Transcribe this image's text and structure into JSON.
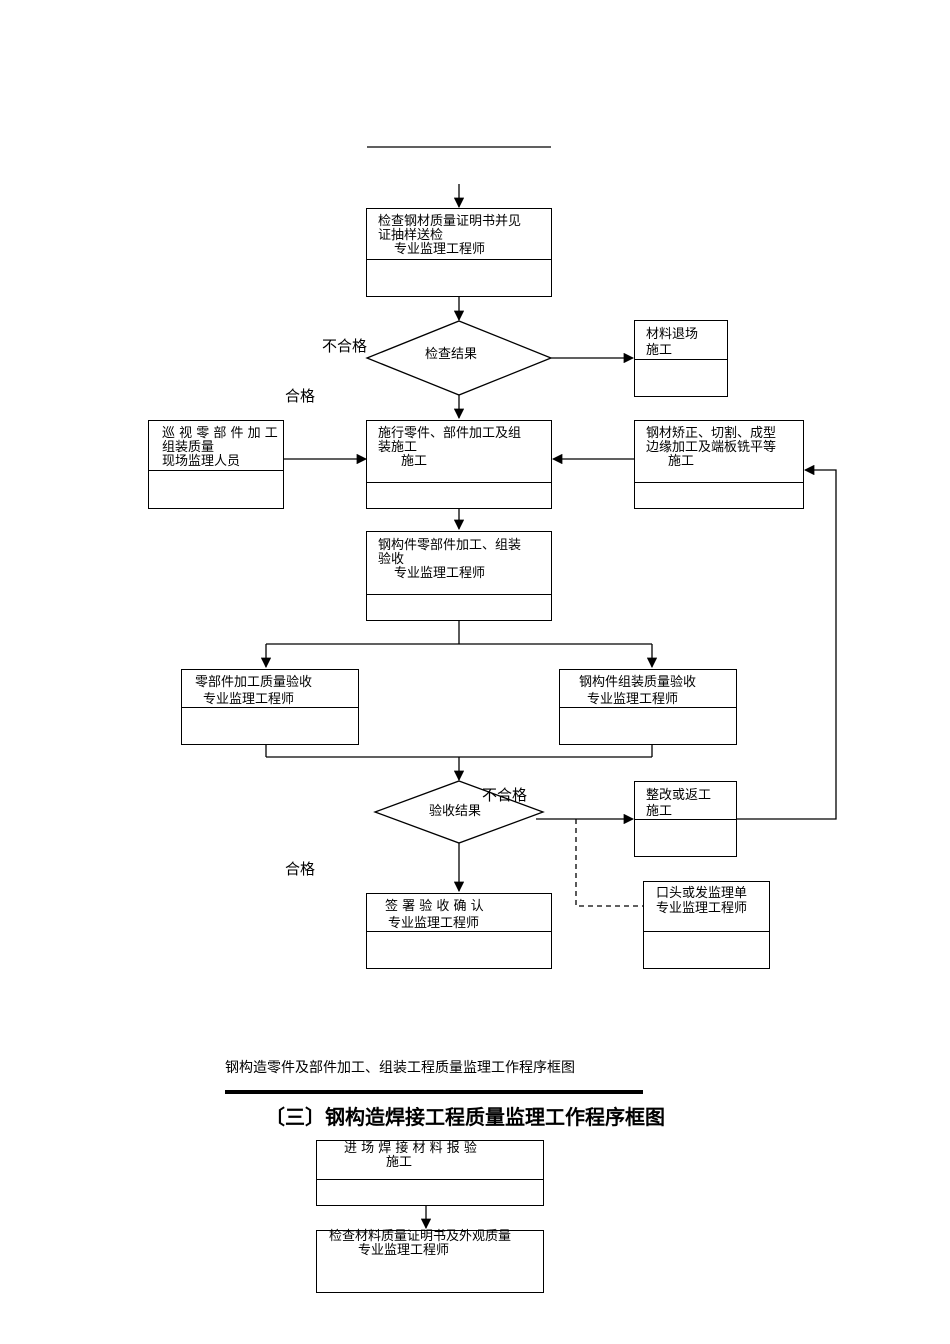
{
  "flow1": {
    "box_check_steel": {
      "line1": "检查钢材质量证明书并见",
      "line2": "证抽样送检",
      "role": "专业监理工程师"
    },
    "diamond_check_result": "检查结果",
    "label_fail_1": "不合格",
    "label_pass_1": "合格",
    "box_material_return": {
      "line1": "材料退场",
      "line2": "施工"
    },
    "box_patrol": {
      "line1": "巡 视 零 部 件 加 工",
      "line2": "组装质量",
      "line3": "现场监理人员"
    },
    "box_parts_process": {
      "line1": "施行零件、部件加工及组",
      "line2": "装施工",
      "line3": "施工"
    },
    "box_straighten": {
      "line1": "钢材矫正、切割、成型",
      "line2": "边缘加工及端板铣平等",
      "line3": "施工"
    },
    "box_member_accept": {
      "line1": "钢构件零部件加工、组装",
      "line2": "验收",
      "role": "专业监理工程师"
    },
    "box_parts_quality": {
      "line1": "零部件加工质量验收",
      "role": "专业监理工程师"
    },
    "box_assembly_quality": {
      "line1": "钢构件组装质量验收",
      "role": "专业监理工程师"
    },
    "diamond_accept_result": "验收结果",
    "label_fail_2": "不合格",
    "label_pass_2": "合格",
    "box_rectify": {
      "line1": "整改或返工",
      "line2": "施工"
    },
    "box_sign": {
      "line1": "签 署 验 收 确 认",
      "role": "专业监理工程师"
    },
    "box_notice": {
      "line1": "口头或发监理单",
      "role": "专业监理工程师"
    },
    "caption": "钢构造零件及部件加工、组装工程质量监理工作程序框图"
  },
  "section_heading": "〔三〕钢构造焊接工程质量监理工作程序框图",
  "flow2": {
    "box_welding_material": {
      "line1": "进 场 焊 接 材 料 报 验",
      "line2": "施工"
    },
    "box_check_material": {
      "line1": "检查材料质量证明书及外观质量",
      "role": "专业监理工程师"
    }
  }
}
